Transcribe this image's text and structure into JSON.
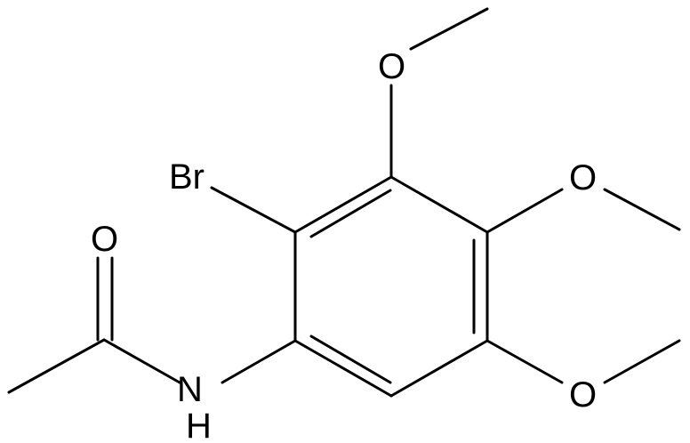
{
  "molecule": {
    "atoms": {
      "br": "Br",
      "o_carbonyl": "O",
      "nh": "N",
      "h": "H",
      "o_methoxy_3": "O",
      "o_methoxy_4": "O",
      "o_methoxy_5": "O"
    }
  },
  "colors": {
    "bond": "#000000",
    "label": "#000000",
    "background": "#ffffff"
  }
}
